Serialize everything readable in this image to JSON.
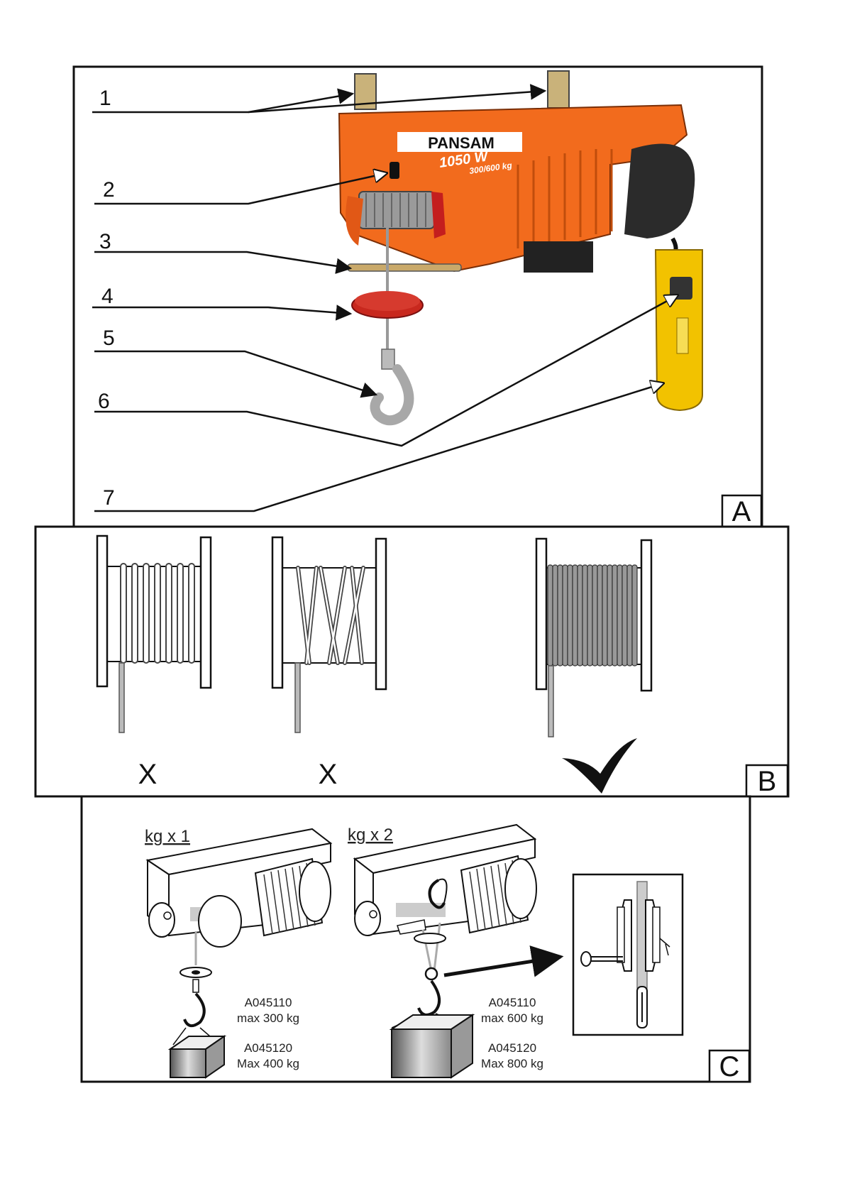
{
  "panel_a": {
    "letter": "A",
    "callouts": [
      "1",
      "2",
      "3",
      "4",
      "5",
      "6",
      "7"
    ],
    "label_plate": {
      "brand": "PANSAM",
      "power": "1050 W",
      "load": "300/600 kg"
    }
  },
  "panel_b": {
    "letter": "B",
    "marks": [
      "X",
      "X"
    ]
  },
  "panel_c": {
    "letter": "C",
    "single": {
      "title": "kg x 1",
      "model1": "A045110",
      "max1": "max 300 kg",
      "model2": "A045120",
      "max2": "Max 400 kg"
    },
    "double": {
      "title": "kg x 2",
      "model1": "A045110",
      "max1": "max 600 kg",
      "model2": "A045120",
      "max2": "Max 800 kg"
    }
  },
  "colors": {
    "hoist_orange": "#f26b1d",
    "motor_dark": "#2b2b2b",
    "remote_yellow": "#f2c200",
    "weight_red": "#c8281e"
  }
}
